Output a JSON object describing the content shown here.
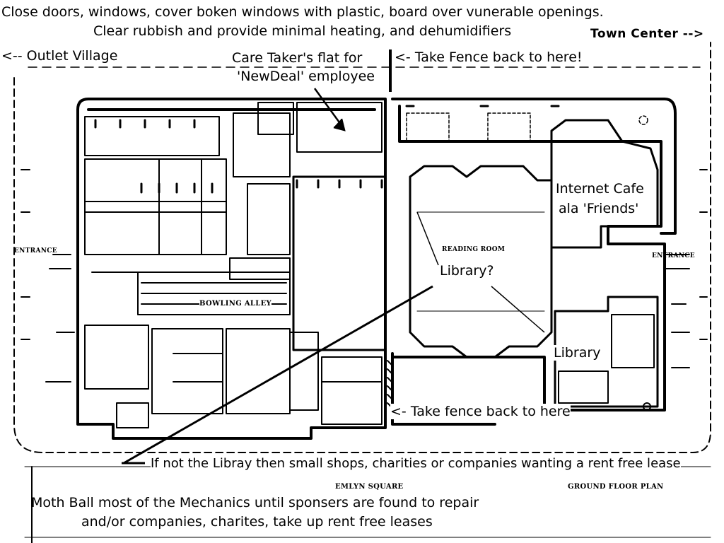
{
  "annotations": {
    "line1": "Close doors, windows, cover boken windows with plastic, board over vunerable openings.",
    "line2": "Clear rubbish and provide minimal heating, and dehumidifiers",
    "town_center": "Town Center -->",
    "outlet_village": "<-- Outlet Village",
    "caretaker_line1": "Care Taker's flat for",
    "caretaker_line2": "'NewDeal' employee",
    "fence_top": "<- Take Fence back to here!",
    "internet_cafe_line1": "Internet Cafe",
    "internet_cafe_line2": "ala 'Friends'",
    "library_question": "Library?",
    "library": "Library",
    "fence_bottom": "<- Take fence back to here",
    "shops": "If not the Libray then small shops, charities or companies wanting a rent free lease",
    "mothball_line1": "Moth Ball most of the Mechanics until sponsers are found to repair",
    "mothball_line2": "and/or companies, charites, take up rent free leases"
  },
  "plan_labels": {
    "entrance_left": "ENTRANCE",
    "entrance_right": "ENTRANCE",
    "reading_room": "READING ROOM",
    "bowling_alley": "BOWLING ALLEY",
    "emlyn_square": "EMLYN SQUARE",
    "ground_floor_plan": "GROUND FLOOR PLAN"
  },
  "colors": {
    "ink": "#000000",
    "paper": "#ffffff"
  }
}
